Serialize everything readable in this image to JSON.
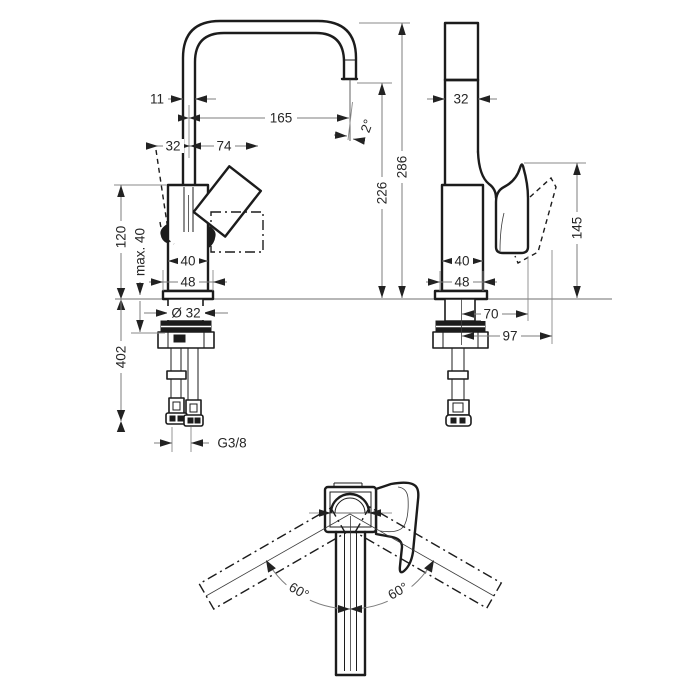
{
  "drawing_title": "faucet-technical-dimension-drawing",
  "colors": {
    "line": "#1c1c1c",
    "dimension": "#7d7d7d",
    "text": "#262626",
    "background": "#ffffff"
  },
  "side_view": {
    "labels": {
      "spout_pipe_width": "11",
      "spout_reach": "165",
      "outlet_angle": "2°",
      "handle_tilt_projection": "32",
      "handle_reach": "74",
      "outlet_height": "226",
      "total_height": "286",
      "body_height": "120",
      "max_deck_thickness": "max. 40",
      "body_width": "40",
      "base_width": "48",
      "shank_diameter": "Ø 32",
      "hose_length": "402",
      "connection_thread": "G3/8"
    }
  },
  "front_view": {
    "labels": {
      "spout_width": "32",
      "handle_height": "145",
      "body_width": "40",
      "base_width": "48",
      "handle_offset": "70",
      "handle_max_offset": "97"
    }
  },
  "top_view": {
    "labels": {
      "swivel_left": "60°",
      "swivel_right": "60°"
    }
  }
}
